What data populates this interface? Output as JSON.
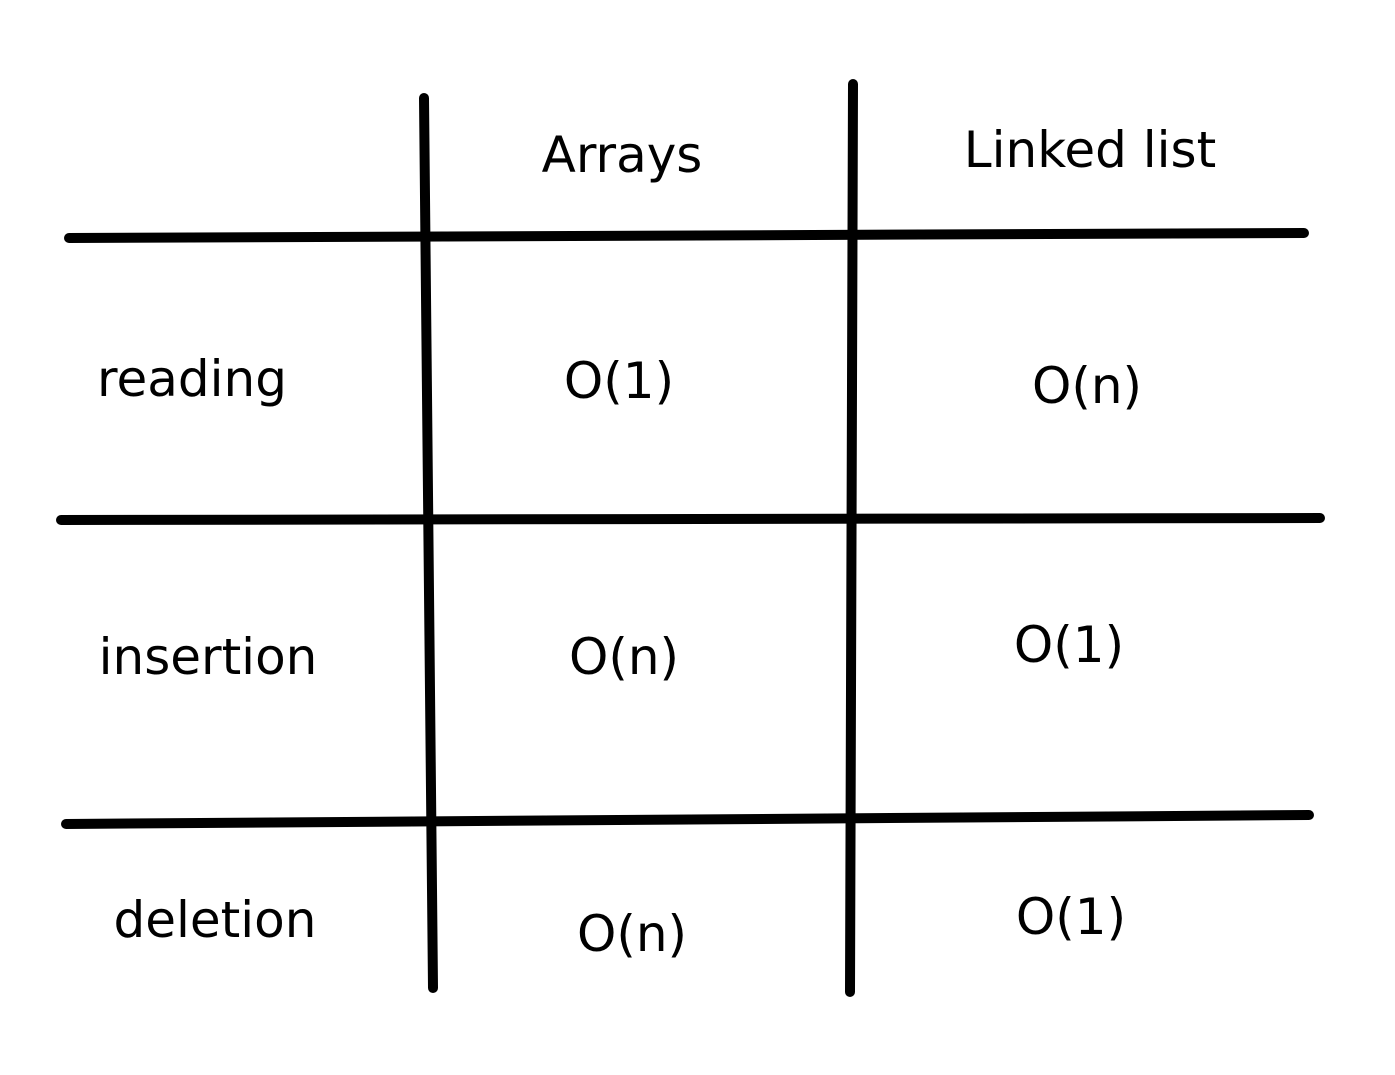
{
  "table": {
    "columns": [
      "Arrays",
      "Linked list"
    ],
    "rows": [
      {
        "label": "reading",
        "values": [
          "O(1)",
          "O(n)"
        ]
      },
      {
        "label": "insertion",
        "values": [
          "O(n)",
          "O(1)"
        ]
      },
      {
        "label": "deletion",
        "values": [
          "O(n)",
          "O(1)"
        ]
      }
    ]
  },
  "colors": {
    "ink": "#000000",
    "background": "#ffffff"
  }
}
